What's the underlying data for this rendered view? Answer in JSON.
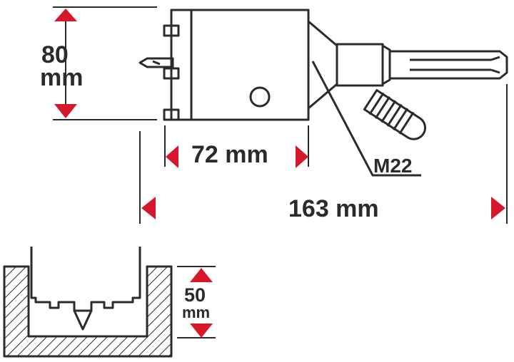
{
  "dimensions": {
    "diameter_value": "80",
    "diameter_unit": "mm",
    "body_length": "72 mm",
    "total_length": "163 mm",
    "thread": "M22",
    "depth_value": "50",
    "depth_unit": "mm"
  },
  "colors": {
    "line": "#2b2b2b",
    "arrow": "#d7182a",
    "hatch": "#2b2b2b",
    "background": "#ffffff"
  }
}
